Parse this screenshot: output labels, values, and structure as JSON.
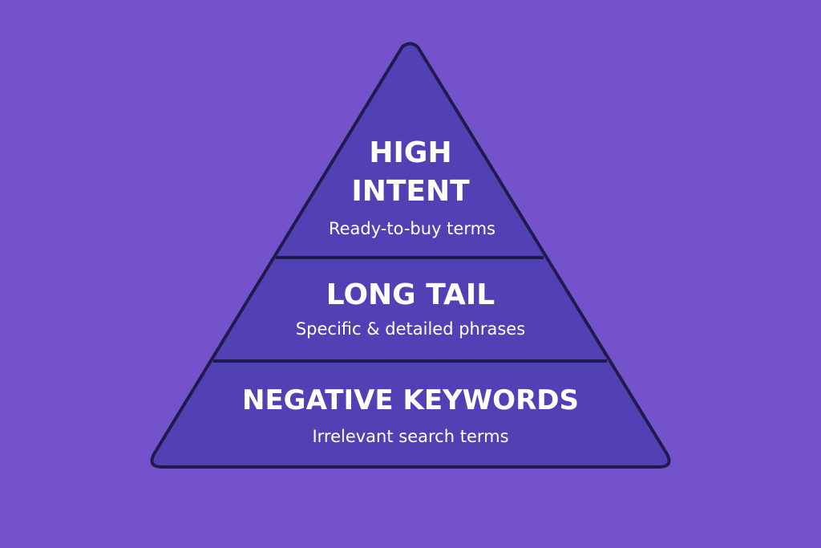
{
  "colors": {
    "background": "#7352CC",
    "pyramid_fill": "#5241B5",
    "outline": "#1F1B4D",
    "text": "#FFFFFF"
  },
  "pyramid": {
    "tiers": [
      {
        "title_lines": [
          "HIGH",
          "INTENT"
        ],
        "subtitle": "Ready-to-buy terms"
      },
      {
        "title_lines": [
          "LONG TAIL"
        ],
        "subtitle": "Specific & detailed phrases"
      },
      {
        "title_lines": [
          "NEGATIVE KEYWORDS"
        ],
        "subtitle": "Irrelevant search terms"
      }
    ]
  }
}
